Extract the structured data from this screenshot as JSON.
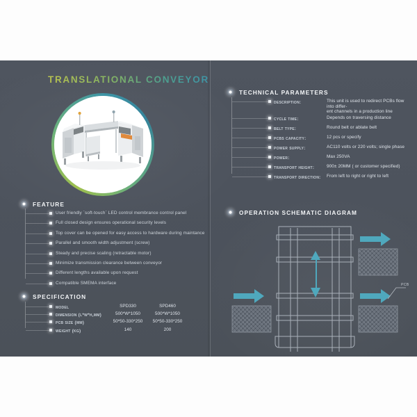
{
  "document": {
    "title": "TRANSLATIONAL CONVEYOR"
  },
  "photo": {
    "alt": "translational-conveyor-product-photo"
  },
  "technical": {
    "heading": "TECHNICAL PARAMETERS",
    "rows": [
      {
        "label": "Description:",
        "value": "This unit is used to redirect PCBs flow into differ-\nent channels in a production line"
      },
      {
        "label": "Cycle Time:",
        "value": "Depends on traversing distance"
      },
      {
        "label": "Belt Type:",
        "value": "Round belt or ablate belt"
      },
      {
        "label": "PCBs Capacity:",
        "value": "12 pcs or specify"
      },
      {
        "label": "Power Supply:",
        "value": "AC110 volts or 220 volts; single phase"
      },
      {
        "label": "Power:",
        "value": "Max 250VA"
      },
      {
        "label": "Transport Height:",
        "value": "900± 20MM ( or customer specified)"
      },
      {
        "label": "Transport Direction:",
        "value": "From left to right or right to left"
      }
    ]
  },
  "feature": {
    "heading": "FEATURE",
    "items": [
      "User friendly `soft-touch` LED control membrance control panel",
      "Full closed design ensures operational security levels",
      "Top cover can be opened for easy access to hardware during maintance",
      "Parallel and smooth width adjustment (screw)",
      "Steady and precise scaling (retractable motor)",
      "Minimize transmission clearance between conveyor",
      "Different lengths available upon request",
      "Compatible SMEMA interface"
    ]
  },
  "specification": {
    "heading": "SPECIFICATION",
    "rows": [
      {
        "label": "Model",
        "col1": "SPD330",
        "col2": "SPD460"
      },
      {
        "label": "Dimension (L*W*H,MM)",
        "col1": "500*W*1050",
        "col2": "500*W*1050"
      },
      {
        "label": "PCB Size (MM)",
        "col1": "50*50-330*250",
        "col2": "50*50-330*250"
      },
      {
        "label": "Weight (KG)",
        "col1": "140",
        "col2": "200"
      }
    ]
  },
  "schematic": {
    "heading": "OPERATION SCHEMATIC DIAGRAM",
    "callout": "PCB"
  },
  "colors": {
    "panel_bg": "#4e545e",
    "accent_teal": "#4fa8bd",
    "title_gradient_start": "#b8c24f",
    "title_gradient_end": "#3f93a5"
  }
}
